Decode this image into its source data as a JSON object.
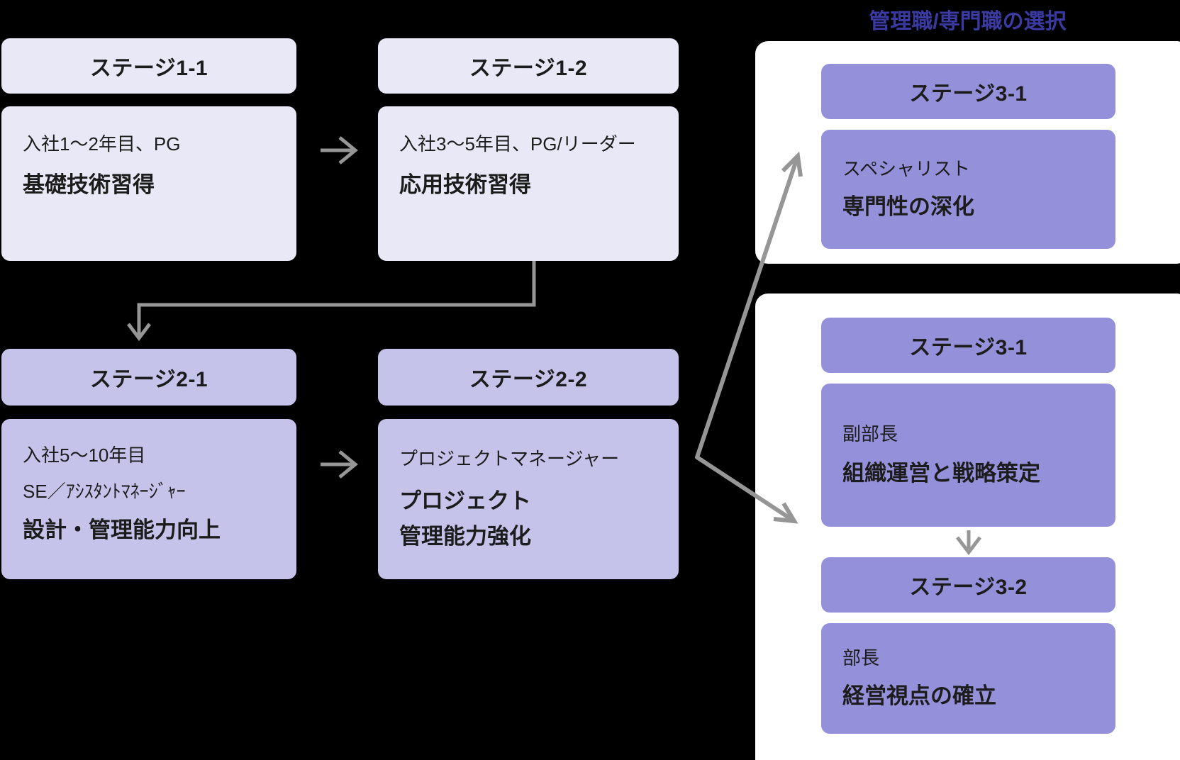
{
  "colors": {
    "background": "#000000",
    "stage1_fill": "#e9e8f6",
    "stage2_fill": "#c6c3eb",
    "stage3_fill": "#9490da",
    "panel_fill": "#ffffff",
    "text": "#1c1c1c",
    "title_text": "#3a3aa2",
    "arrow": "#969696"
  },
  "title": "管理職/専門職の選択",
  "flow": {
    "s11": {
      "header": "ステージ1-1",
      "role": "入社1〜2年目、PG",
      "goal": "基礎技術習得"
    },
    "s12": {
      "header": "ステージ1-2",
      "role": "入社3〜5年目、PG/リーダー",
      "goal": "応用技術習得"
    },
    "s21": {
      "header": "ステージ2-1",
      "tenure": "入社5〜10年目",
      "role": "SE／ｱｼｽﾀﾝﾄﾏﾈｰｼﾞｬｰ",
      "goal": "設計・管理能力向上"
    },
    "s22": {
      "header": "ステージ2-2",
      "role": "プロジェクトマネージャー",
      "goal_line1": "プロジェクト",
      "goal_line2": "管理能力強化"
    },
    "s31_specialist": {
      "header": "ステージ3-1",
      "role": "スペシャリスト",
      "goal": "専門性の深化"
    },
    "s31_manager": {
      "header": "ステージ3-1",
      "role": "副部長",
      "goal": "組織運営と戦略策定"
    },
    "s32": {
      "header": "ステージ3-2",
      "role": "部長",
      "goal": "経営視点の確立"
    }
  }
}
